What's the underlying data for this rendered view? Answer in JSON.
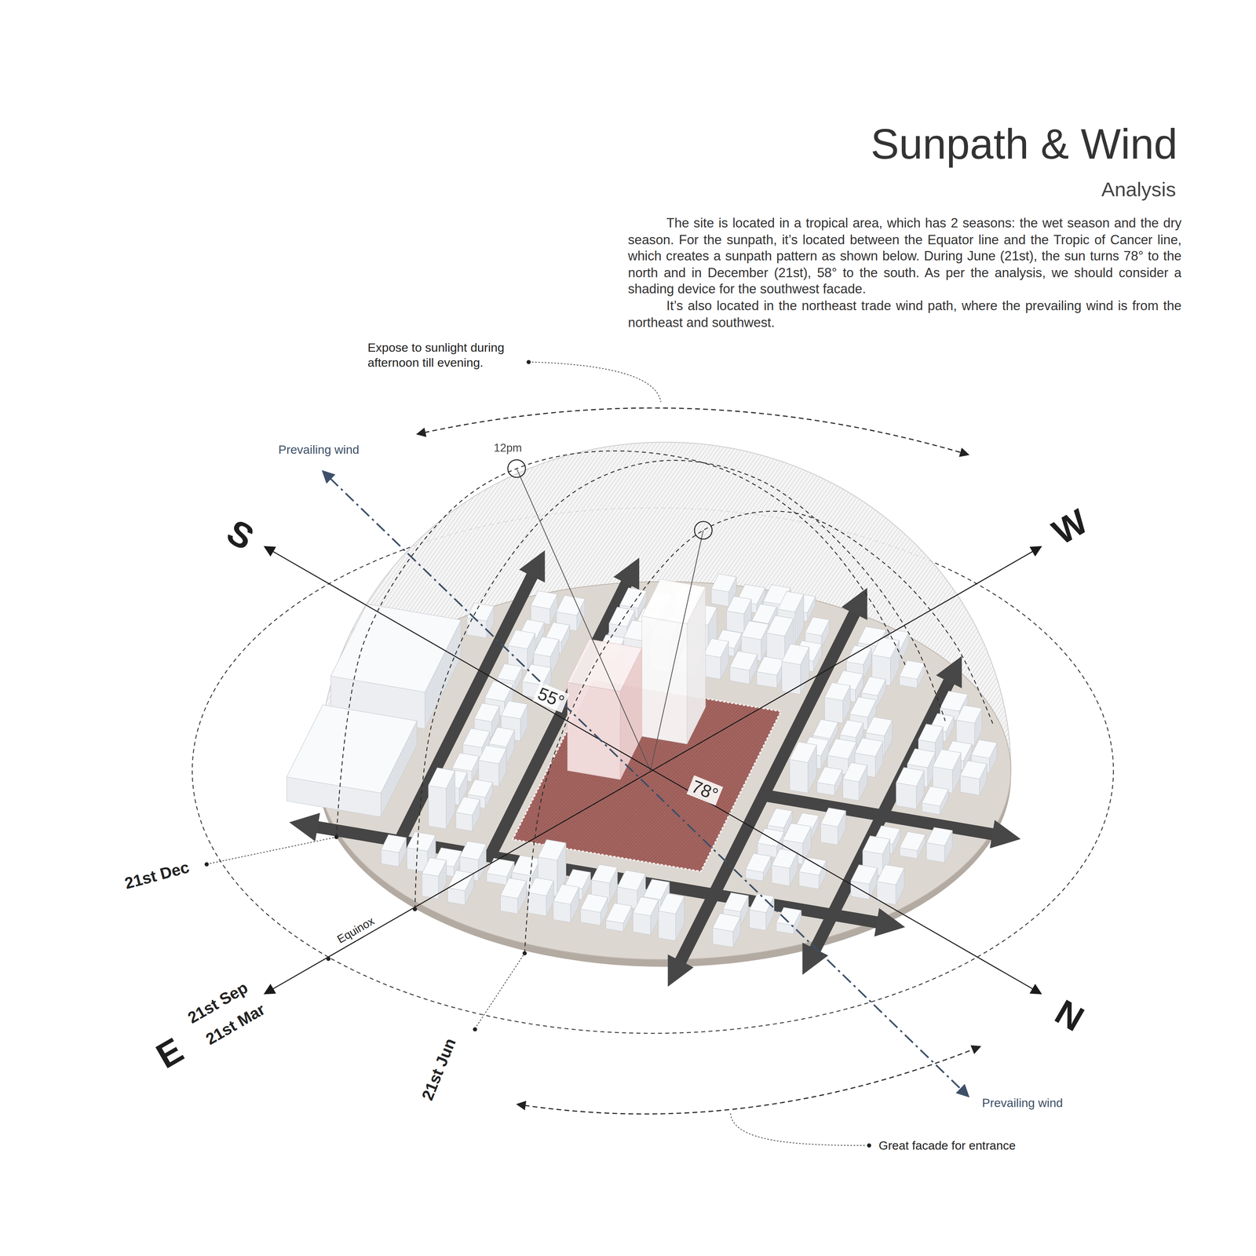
{
  "diagram": {
    "title": "Sunpath & Wind",
    "labels": [
      "Analysis",
      "The site is located in a tropical area, which has 2 seasons: the wet season and the dry season. For the sunpath, it’s located between the Equator line and the Tropic of Cancer line, which creates a sunpath pattern as shown below. During June (21st), the sun turns 78° to the north and in December (21st), 58° to the south. As per the analysis, we should consider a shading device for the southwest facade.",
      "It’s also located in the northeast trade wind path, where the prevailing wind is from the northeast and southwest.",
      "Expose to sunlight during afternoon till evening.",
      "Prevailing wind",
      "12pm",
      "S",
      "W",
      "55°",
      "78°",
      "21st Dec",
      "Equinox",
      "E",
      "21st Sep",
      "21st Mar",
      "21st Jun",
      "N",
      "Prevailing wind",
      "Great facade for entrance"
    ]
  }
}
